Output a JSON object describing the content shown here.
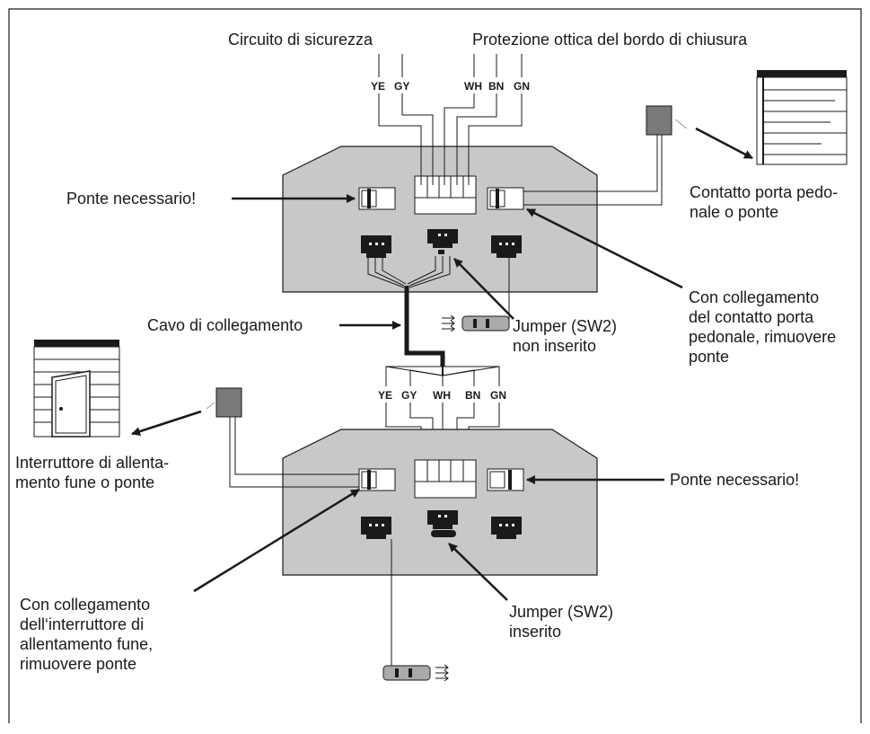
{
  "top_labels": {
    "safety_circuit": "Circuito di sicurezza",
    "optical_protection": "Protezione ottica del bordo di chiusura"
  },
  "top_wires": [
    "YE",
    "GY",
    "WH",
    "BN",
    "GN"
  ],
  "mid_wires": [
    "YE",
    "GY",
    "WH",
    "BN",
    "GN"
  ],
  "callouts": {
    "bridge_required_top": "Ponte necessario!",
    "wicket_contact": "Contatto porta pedo-\nnale o ponte",
    "wicket_remove": "Con collegamento\ndel contatto porta\npedonale, rimuovere\nponte",
    "connecting_cable": "Cavo di collegamento",
    "jumper_not_inserted": "Jumper (SW2)\nnon inserito",
    "slack_switch": "Interruttore di allenta-\nmento fune o ponte",
    "bridge_required_bottom": "Ponte necessario!",
    "slack_remove": "Con collegamento\ndell‘interruttore di\nallentamento fune,\nrimuovere ponte",
    "jumper_inserted": "Jumper (SW2)\ninserito"
  },
  "colors": {
    "housing": "#c8c8c8",
    "switch_box": "#7a7a7a",
    "line": "#1a1a1a"
  }
}
